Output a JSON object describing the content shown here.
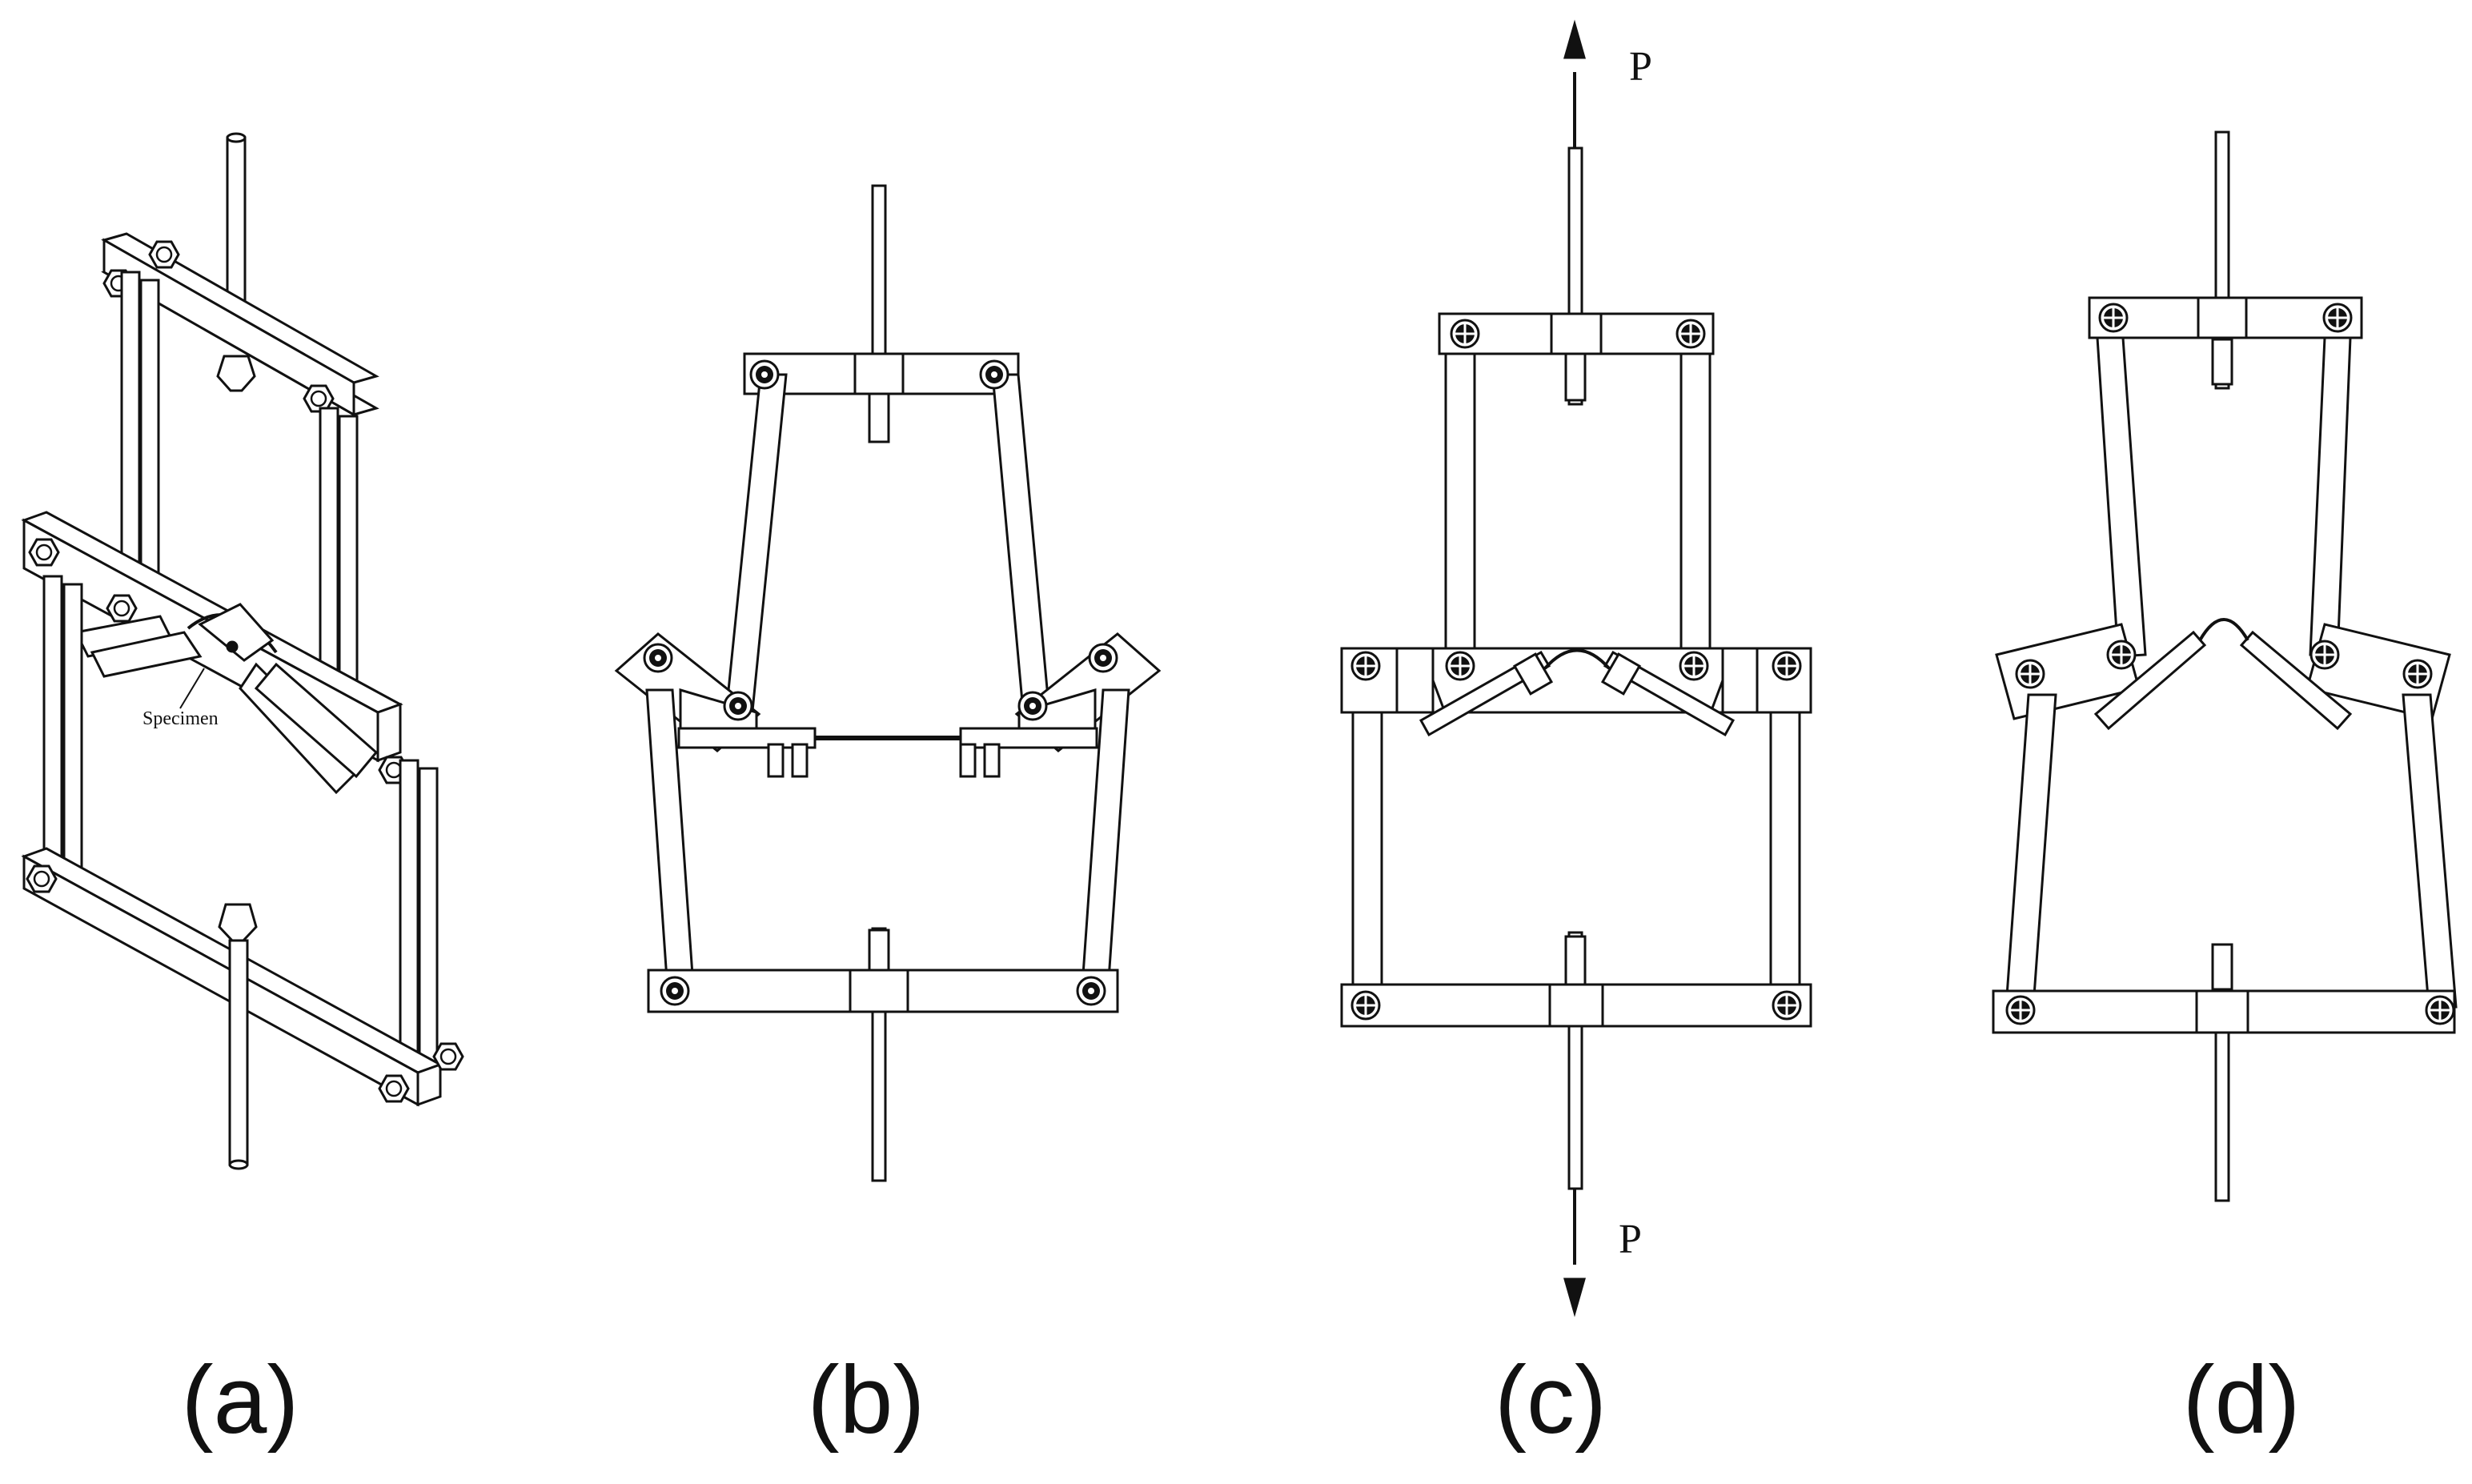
{
  "figure": {
    "panels": [
      {
        "id": "a",
        "label": "(a)",
        "annotation": "Specimen"
      },
      {
        "id": "b",
        "label": "(b)"
      },
      {
        "id": "c",
        "label": "(c)",
        "load_top": "P",
        "load_bottom": "P"
      },
      {
        "id": "d",
        "label": "(d)"
      }
    ]
  }
}
